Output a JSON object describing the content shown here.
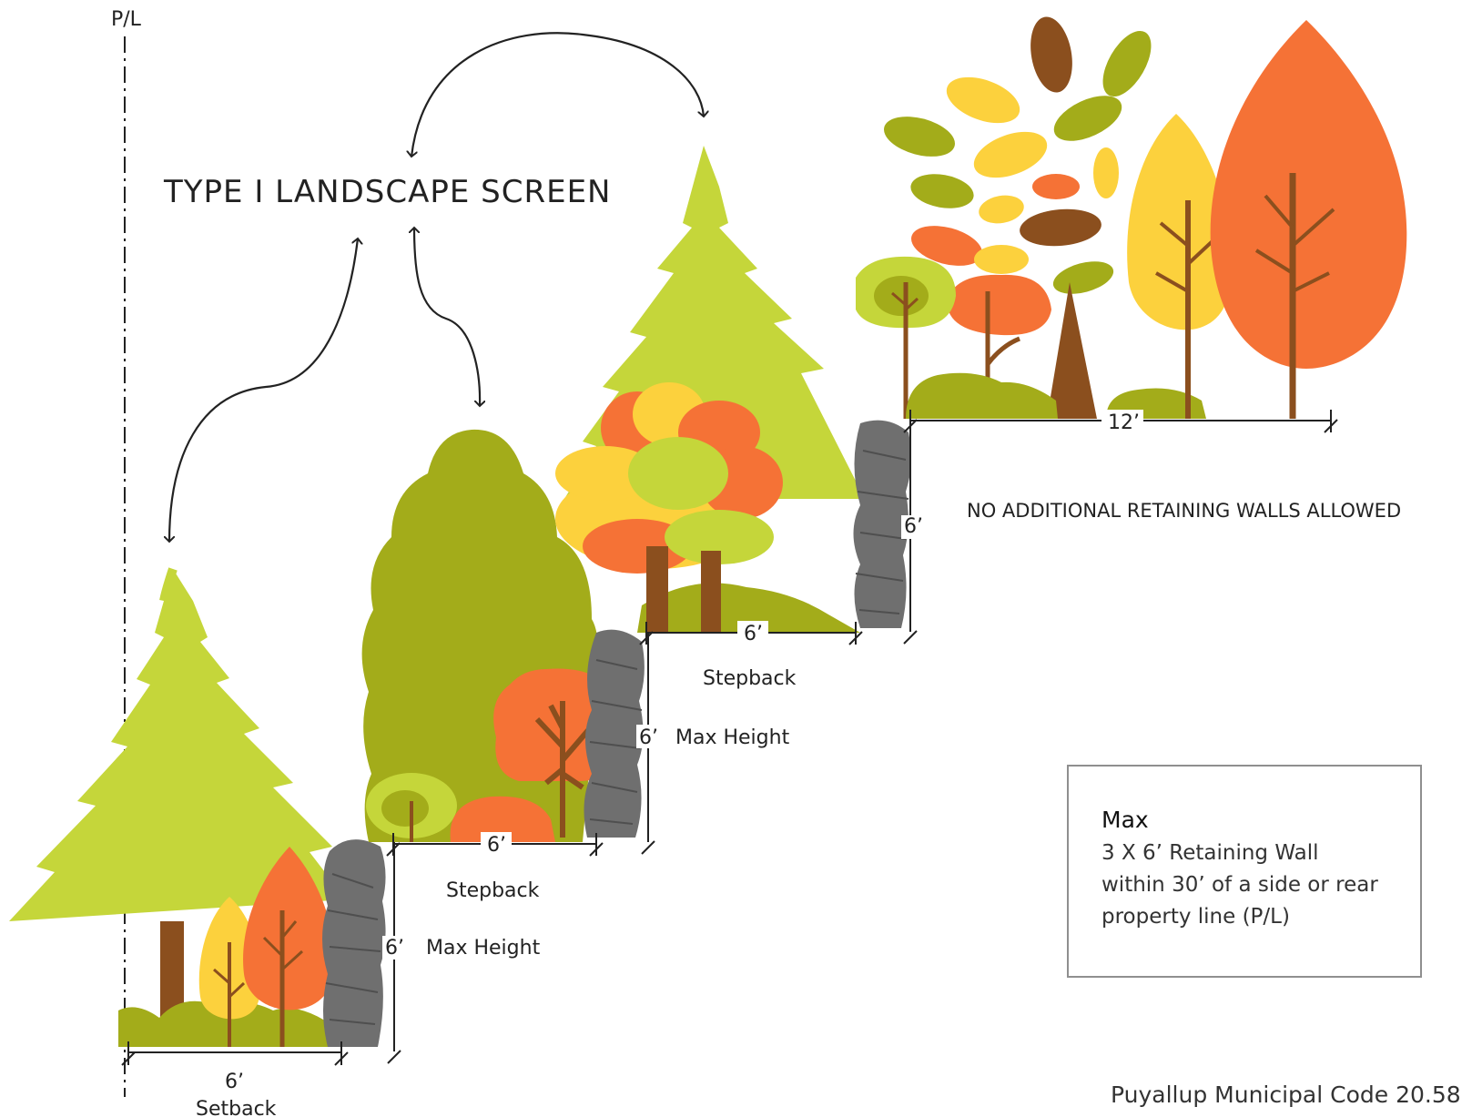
{
  "property_line_label": "P/L",
  "heading": "TYPE I LANDSCAPE SCREEN",
  "dimensions": {
    "setback_value": "6’",
    "setback_label": "Setback",
    "stepback1_value": "6’",
    "stepback1_label": "Stepback",
    "stepback2_value": "6’",
    "stepback2_label": "Stepback",
    "top_terrace_value": "12’",
    "wall1_height_value": "6’",
    "wall1_height_label": "Max Height",
    "wall2_height_value": "6’",
    "wall2_height_label": "Max Height",
    "wall3_height_value": "6’"
  },
  "note": "NO ADDITIONAL RETAINING WALLS ALLOWED",
  "info_box": {
    "title": "Max",
    "line1": "3 X 6’ Retaining Wall",
    "line2": "within 30’ of a side or rear",
    "line3": "property line (P/L)"
  },
  "code_reference": "Puyallup Municipal Code 20.58",
  "colors": {
    "lime": "#c5d63a",
    "olive": "#a3ac1a",
    "orange": "#f57236",
    "yellow": "#fcd13d",
    "brown": "#8b4f1e",
    "stone": "#6f6f6f"
  }
}
